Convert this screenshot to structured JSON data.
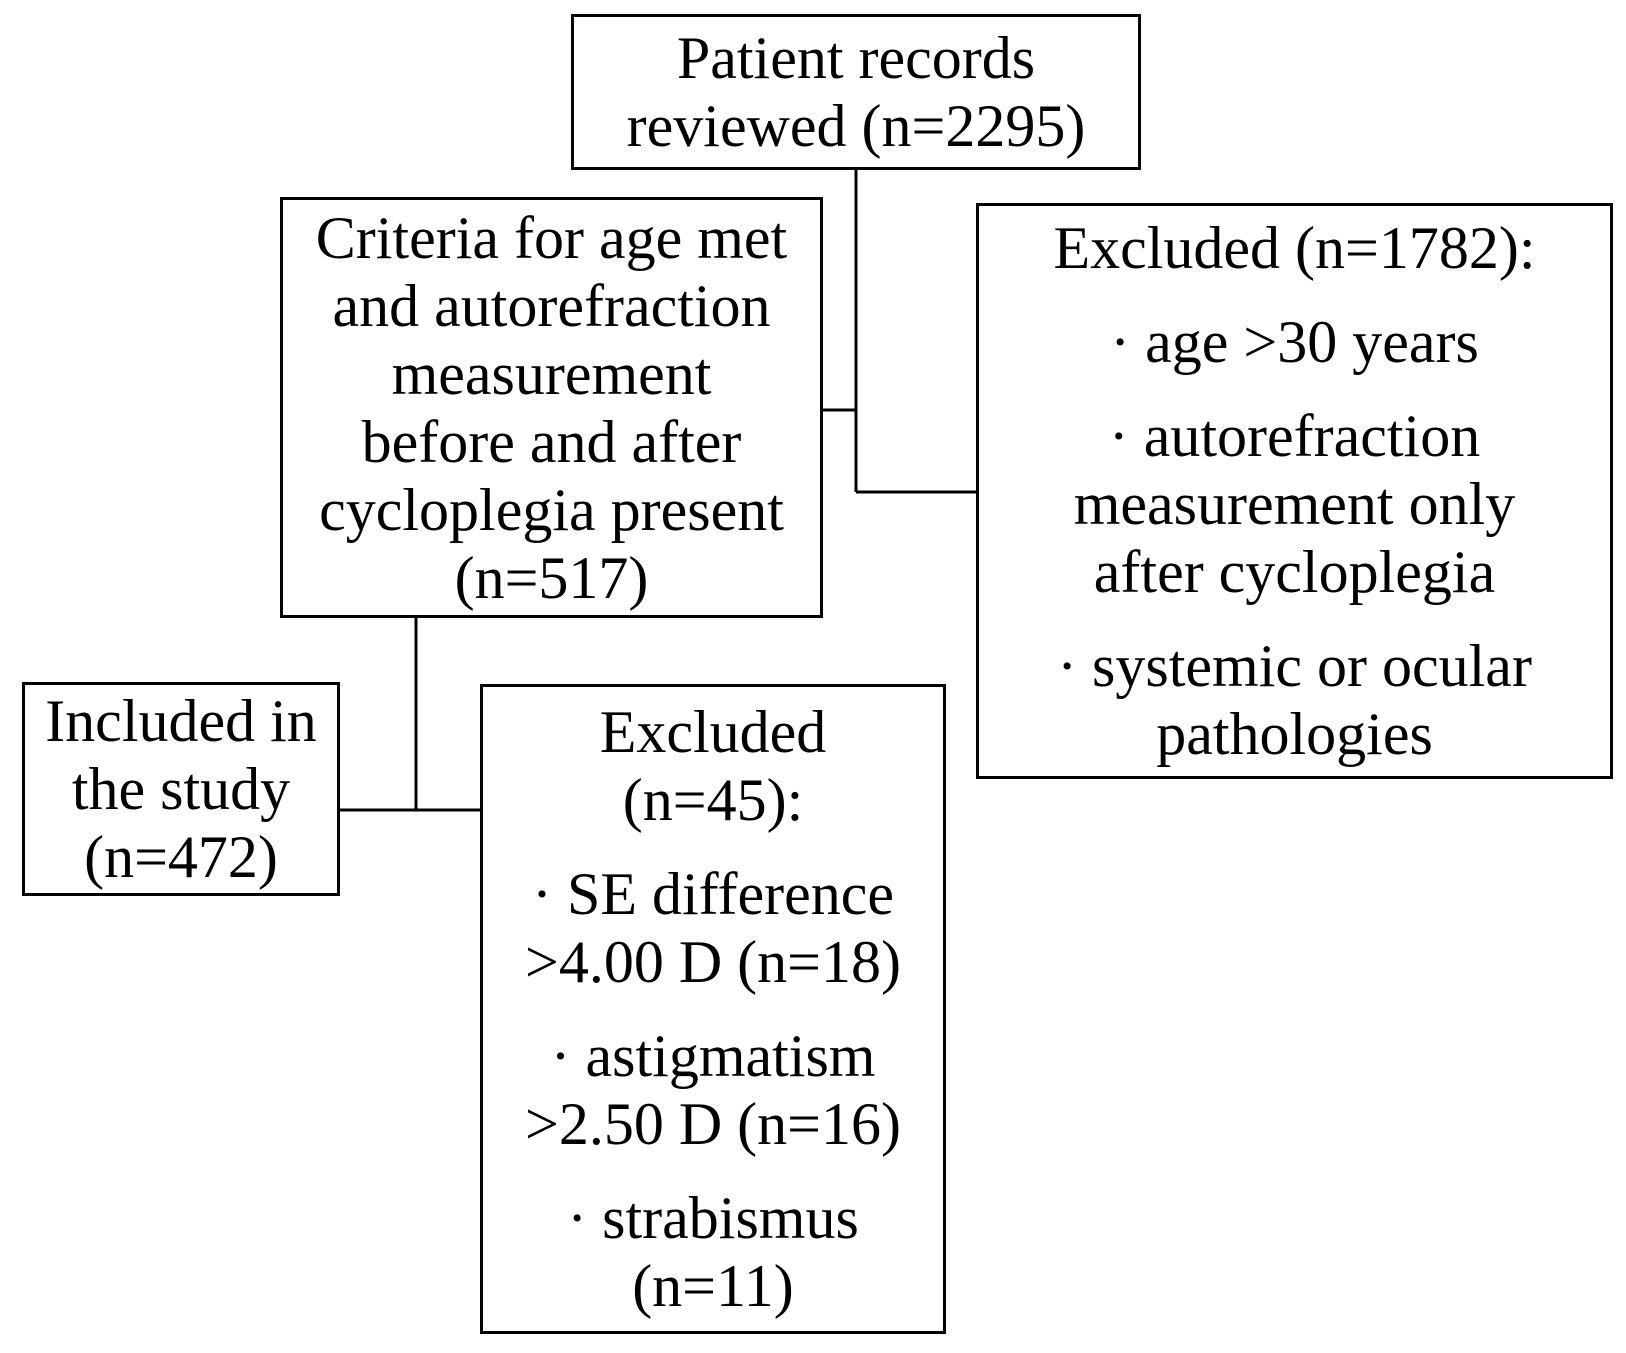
{
  "flowchart": {
    "records": {
      "line1": "Patient records",
      "line2": "reviewed (n=2295)"
    },
    "criteria": {
      "line1": "Criteria for age met",
      "line2": "and autorefraction",
      "line3": "measurement",
      "line4": "before and after",
      "line5": "cycloplegia present",
      "line6": "(n=517)"
    },
    "excluded_1782": {
      "title": "Excluded (n=1782):",
      "item1": "· age >30 years",
      "item2_line1": "· autorefraction",
      "item2_line2": "measurement only",
      "item2_line3": "after cycloplegia",
      "item3_line1": "· systemic or ocular",
      "item3_line2": "pathologies"
    },
    "included": {
      "line1": "Included in",
      "line2": "the study",
      "line3": "(n=472)"
    },
    "excluded_45": {
      "title_line1": "Excluded",
      "title_line2": "(n=45):",
      "item1_line1": "· SE difference",
      "item1_line2": ">4.00 D (n=18)",
      "item2_line1": "· astigmatism",
      "item2_line2": ">2.50 D (n=16)",
      "item3_line1": "· strabismus",
      "item3_line2": "(n=11)"
    }
  }
}
